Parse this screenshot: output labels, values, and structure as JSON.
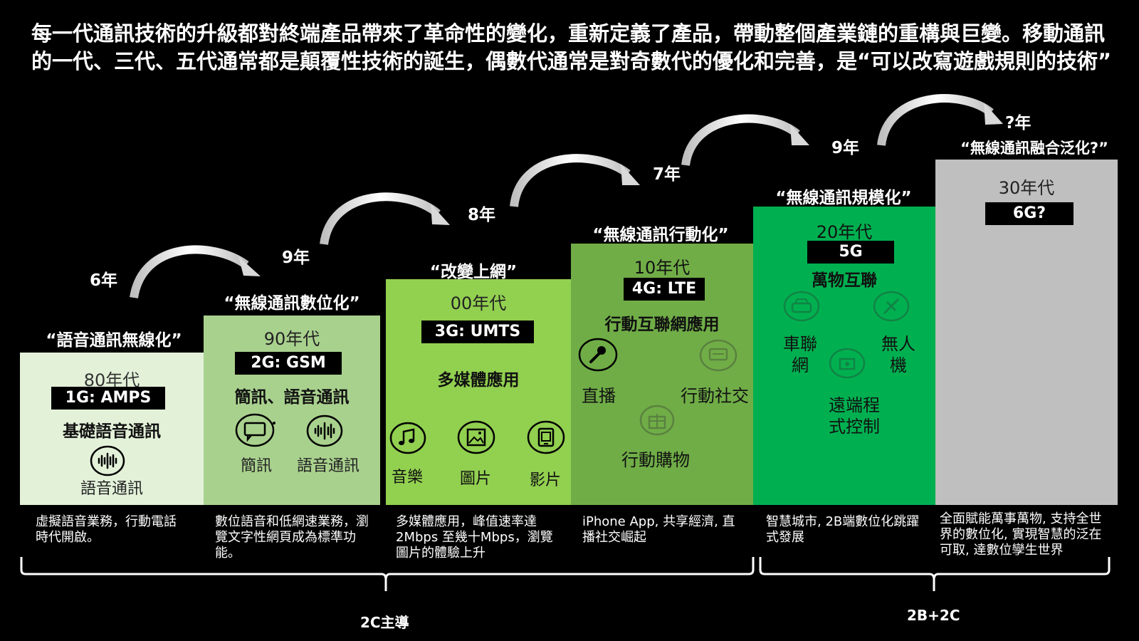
{
  "headline": "每一代通訊技術的升級都對終端產品帶來了革命性的變化，重新定義了產品，帶動整個產業鏈的重構與巨變。移動通訊的一代、三代、五代通常都是顛覆性技術的誕生，偶數代通常是對奇數代的優化和完善，是“可以改寫遊戲規則的技術”",
  "colors": {
    "step_1g": "#e3f1d9",
    "step_2g": "#a9d18e",
    "step_3g": "#92d050",
    "step_4g": "#70ad47",
    "step_5g": "#00b050",
    "step_6g": "#bfbfbf",
    "background": "#000000"
  },
  "intervals": [
    "6年",
    "9年",
    "8年",
    "7年",
    "9年",
    "?年"
  ],
  "generations": [
    {
      "slogan": "“語音通訊無線化”",
      "decade": "80年代",
      "tech": "1G: AMPS",
      "feature": "基礎語音通訊",
      "apps": [
        {
          "label": "語音通訊",
          "icon": "voice-wave-icon"
        }
      ],
      "description": "虛擬語音業務，行動電話時代開啟。"
    },
    {
      "slogan": "“無線通訊數位化”",
      "decade": "90年代",
      "tech": "2G: GSM",
      "feature": "簡訊、語音通訊",
      "apps": [
        {
          "label": "簡訊",
          "icon": "message-bubble-icon"
        },
        {
          "label": "語音通訊",
          "icon": "voice-wave-icon"
        }
      ],
      "description": "數位語音和低網速業務，瀏覽文字性網頁成為標準功能。"
    },
    {
      "slogan": "“改變上網”",
      "decade": "00年代",
      "tech": "3G: UMTS",
      "feature": "多媒體應用",
      "apps": [
        {
          "label": "音樂",
          "icon": "music-note-icon"
        },
        {
          "label": "圖片",
          "icon": "picture-icon"
        },
        {
          "label": "影片",
          "icon": "video-icon"
        }
      ],
      "description": "多媒體應用，峰值速率達2Mbps 至幾十Mbps，瀏覽圖片的體驗上升"
    },
    {
      "slogan": "“無線通訊行動化”",
      "decade": "10年代",
      "tech": "4G: LTE",
      "feature": "行動互聯網應用",
      "apps": [
        {
          "label": "直播",
          "icon": "microphone-icon"
        },
        {
          "label": "行動社交",
          "icon": "chat-bubble-icon"
        },
        {
          "label": "行動購物",
          "icon": "shopping-gift-icon"
        }
      ],
      "description": "iPhone App, 共享經濟, 直播社交崛起"
    },
    {
      "slogan": "“無線通訊規模化”",
      "decade": "20年代",
      "tech": "5G",
      "feature": "萬物互聯",
      "apps": [
        {
          "label": "車聯網",
          "icon": "car-icon"
        },
        {
          "label": "無人機",
          "icon": "drone-icon"
        },
        {
          "label": "遠端程式控制",
          "icon": "remote-control-icon"
        }
      ],
      "description": "智慧城市, 2B端數位化跳躍式發展"
    },
    {
      "slogan": "“無線通訊融合泛化?”",
      "decade": "30年代",
      "tech": "6G?",
      "feature": "",
      "apps": [],
      "description": "全面賦能萬事萬物, 支持全世界的數位化, 實現智慧的泛在可取, 達數位孿生世界"
    }
  ],
  "brackets": [
    {
      "label": "2C主導"
    },
    {
      "label": "2B+2C"
    }
  ]
}
